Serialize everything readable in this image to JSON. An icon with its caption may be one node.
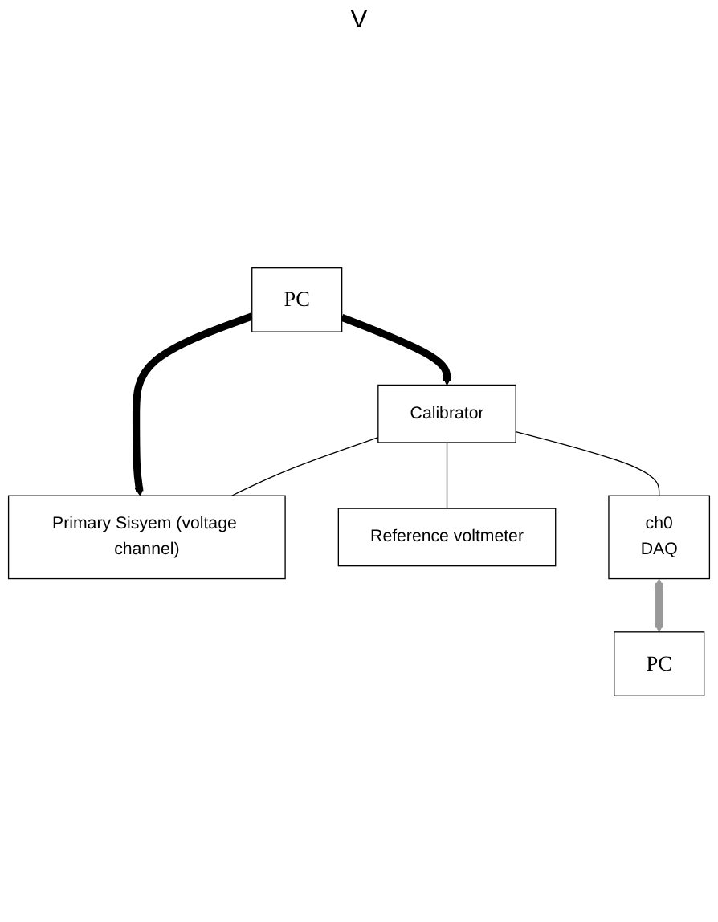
{
  "diagram": {
    "nodes": [
      {
        "text": [
          "PC"
        ]
      },
      {
        "text": [
          "Calibrator"
        ]
      },
      {
        "text": [
          "Primary Sisyem (voltage channel)"
        ]
      },
      {
        "text": [
          "Reference voltmeter"
        ]
      },
      {
        "text": [
          "ch0",
          "DAQ"
        ]
      },
      {
        "text": [
          "PC"
        ]
      }
    ],
    "edges": [
      {
        "from": 0,
        "to": 1,
        "arrow": "to",
        "style": "thick"
      },
      {
        "from": 0,
        "to": 2,
        "arrow": "to",
        "style": "thick"
      },
      {
        "from": 1,
        "to": 2,
        "arrow": "none"
      },
      {
        "from": 1,
        "to": 3,
        "arrow": "none"
      },
      {
        "from": 1,
        "to": 4,
        "arrow": "none"
      },
      {
        "from": 4,
        "to": 5,
        "arrow": "both",
        "style": "thick",
        "color": "#999999"
      }
    ],
    "labels": [
      "V"
    ]
  }
}
